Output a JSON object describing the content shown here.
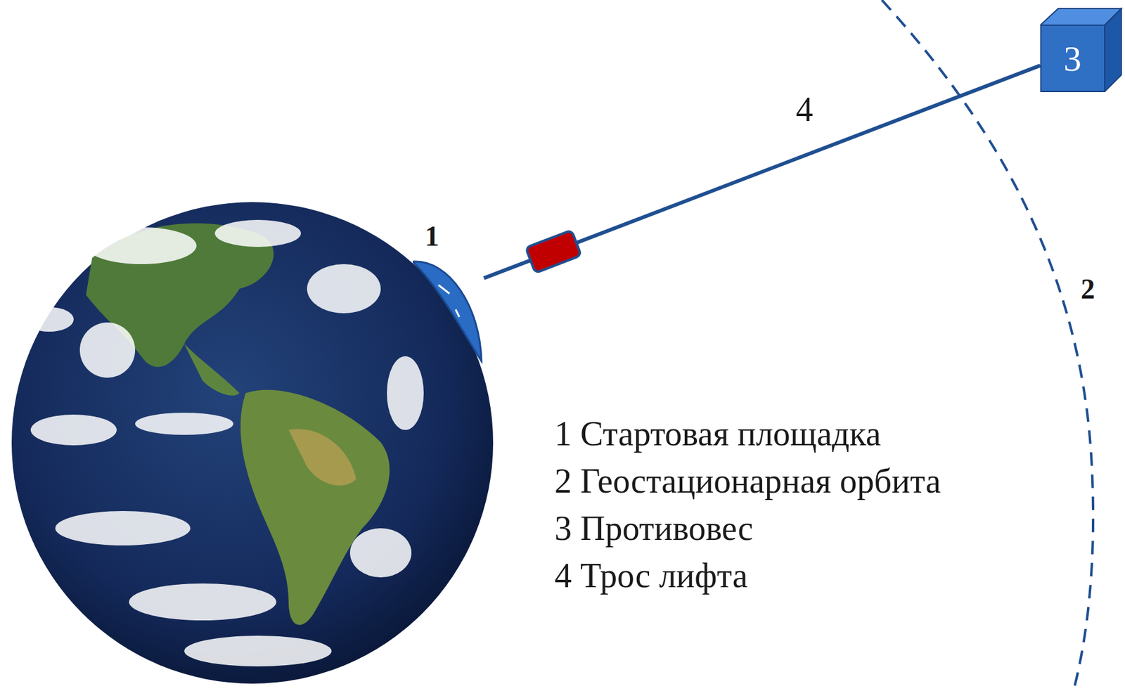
{
  "diagram": {
    "nodes": [
      {
        "text": [
          "1"
        ]
      },
      {
        "text": [
          "3"
        ]
      }
    ],
    "edges": [
      {
        "from": 0,
        "to": 1,
        "arrow": "none"
      }
    ],
    "labels": [
      "4",
      "2",
      "1 Стартовая площадка",
      "2 Геостационарная орбита",
      "3 Противовес",
      "4 Трос лифта"
    ]
  }
}
